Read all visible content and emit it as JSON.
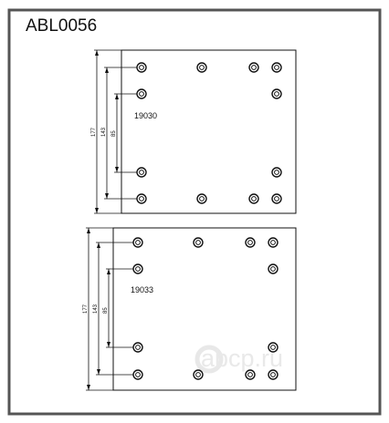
{
  "title": "ABL0056",
  "plates": [
    {
      "label": "19030",
      "dims": [
        "177",
        "143",
        "85"
      ]
    },
    {
      "label": "19033",
      "dims": [
        "177",
        "143",
        "85"
      ]
    }
  ],
  "watermark": "abcp.ru",
  "colors": {
    "line": "#111111",
    "frame": "#555555",
    "background": "#ffffff",
    "watermark": "#e6e6e6"
  }
}
